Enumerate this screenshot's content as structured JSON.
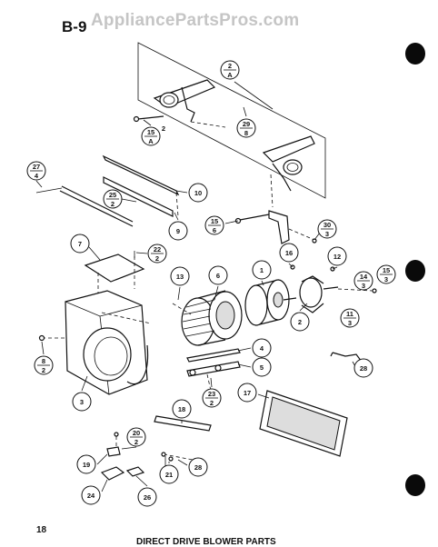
{
  "watermark": "AppliancePartsPros.com",
  "sheet_label": "B-9",
  "page_number": "18",
  "footer_title": "DIRECT DRIVE BLOWER PARTS",
  "callouts": [
    {
      "id": "c-2a",
      "top": "2",
      "bottom": "A"
    },
    {
      "id": "c-15a",
      "top": "15",
      "bottom": "A",
      "sub": "2"
    },
    {
      "id": "c-29",
      "top": "29",
      "bottom": "8"
    },
    {
      "id": "c-27",
      "top": "27",
      "bottom": "4"
    },
    {
      "id": "c-10",
      "top": "10",
      "bottom": ""
    },
    {
      "id": "c-25",
      "top": "25",
      "bottom": "2"
    },
    {
      "id": "c-9",
      "top": "9",
      "bottom": ""
    },
    {
      "id": "c-15b",
      "top": "15",
      "bottom": "6"
    },
    {
      "id": "c-30",
      "top": "30",
      "bottom": "3"
    },
    {
      "id": "c-7",
      "top": "7",
      "bottom": ""
    },
    {
      "id": "c-22",
      "top": "22",
      "bottom": "2"
    },
    {
      "id": "c-16",
      "top": "16",
      "bottom": ""
    },
    {
      "id": "c-12",
      "top": "12",
      "bottom": ""
    },
    {
      "id": "c-13",
      "top": "13",
      "bottom": ""
    },
    {
      "id": "c-6",
      "top": "6",
      "bottom": ""
    },
    {
      "id": "c-1",
      "top": "1",
      "bottom": ""
    },
    {
      "id": "c-14",
      "top": "14",
      "bottom": "3"
    },
    {
      "id": "c-15c",
      "top": "15",
      "bottom": "3"
    },
    {
      "id": "c-11",
      "top": "11",
      "bottom": "3"
    },
    {
      "id": "c-2",
      "top": "2",
      "bottom": ""
    },
    {
      "id": "c-8",
      "top": "8",
      "bottom": "2"
    },
    {
      "id": "c-4",
      "top": "4",
      "bottom": ""
    },
    {
      "id": "c-5",
      "top": "5",
      "bottom": ""
    },
    {
      "id": "c-28a",
      "top": "28",
      "bottom": ""
    },
    {
      "id": "c-3",
      "top": "3",
      "bottom": ""
    },
    {
      "id": "c-23",
      "top": "23",
      "bottom": "2"
    },
    {
      "id": "c-17",
      "top": "17",
      "bottom": ""
    },
    {
      "id": "c-18",
      "top": "18",
      "bottom": ""
    },
    {
      "id": "c-20",
      "top": "20",
      "bottom": "2"
    },
    {
      "id": "c-19",
      "top": "19",
      "bottom": ""
    },
    {
      "id": "c-28b",
      "top": "28",
      "bottom": ""
    },
    {
      "id": "c-21",
      "top": "21",
      "bottom": ""
    },
    {
      "id": "c-24",
      "top": "24",
      "bottom": ""
    },
    {
      "id": "c-26",
      "top": "26",
      "bottom": ""
    }
  ],
  "colors": {
    "ink": "#111111",
    "paper": "#ffffff",
    "hole": "#0a0a0a",
    "watermark": "#969696"
  }
}
